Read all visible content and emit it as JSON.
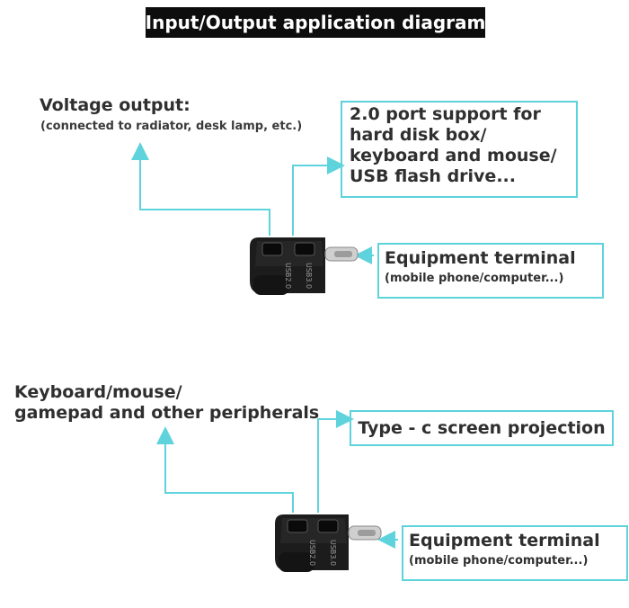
{
  "title": "Input/Output application diagram",
  "colors": {
    "accent": "#5fd3dc",
    "title_bg": "#0d0d0d",
    "device": "#1c1c1c",
    "connector": "#cfcfcf"
  },
  "diagram1": {
    "voltage_label": "Voltage output:",
    "voltage_sub": "(connected to radiator, desk lamp, etc.)",
    "port_box": [
      "2.0 port support for",
      "hard disk box/",
      "keyboard and mouse/",
      "USB flash drive..."
    ],
    "terminal_title": "Equipment terminal",
    "terminal_sub": "(mobile phone/computer...)",
    "device_marks": [
      "USB2.0",
      "USB3.0"
    ]
  },
  "diagram2": {
    "peripheral_label": [
      "Keyboard/mouse/",
      "gamepad and other peripherals"
    ],
    "projection_box": "Type - c screen projection",
    "terminal_title": "Equipment terminal",
    "terminal_sub": "(mobile phone/computer...)",
    "device_marks": [
      "USB2.0",
      "USB3.0"
    ]
  }
}
